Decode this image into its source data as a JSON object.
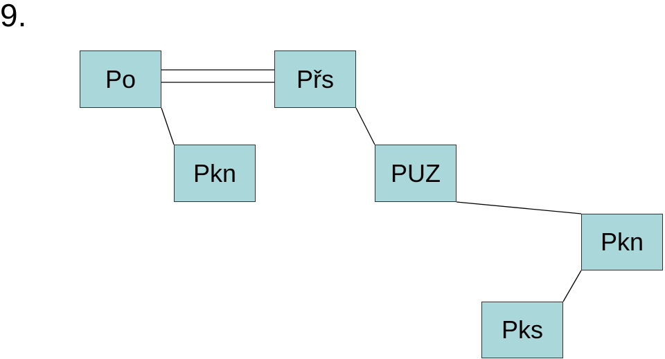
{
  "slide": {
    "number_label": "9."
  },
  "nodes": {
    "po": "Po",
    "prs": "Přs",
    "pkn_left": "Pkn",
    "puz": "PUZ",
    "pkn_right": "Pkn",
    "pks": "Pks"
  },
  "colors": {
    "node_fill": "#a9d7da",
    "node_border": "#333333",
    "line": "#000000"
  }
}
